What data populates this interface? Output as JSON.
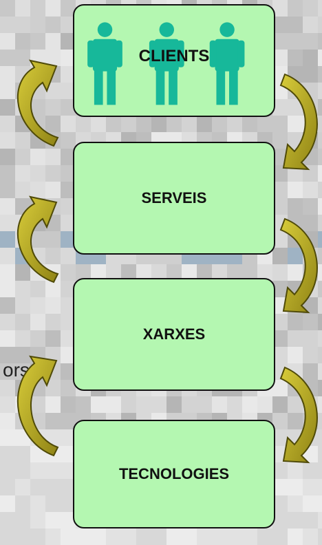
{
  "nodes": [
    {
      "label": "CLIENTS"
    },
    {
      "label": "SERVEIS"
    },
    {
      "label": "XARXES"
    },
    {
      "label": "TECNOLOGIES"
    }
  ],
  "background_fragments": {
    "partial_text": "ors"
  },
  "colors": {
    "box_fill": "#b4f7b1",
    "person_icon": "#17b89a",
    "arrow_fill": "#b3a624",
    "arrow_stroke": "#4f4a08"
  }
}
